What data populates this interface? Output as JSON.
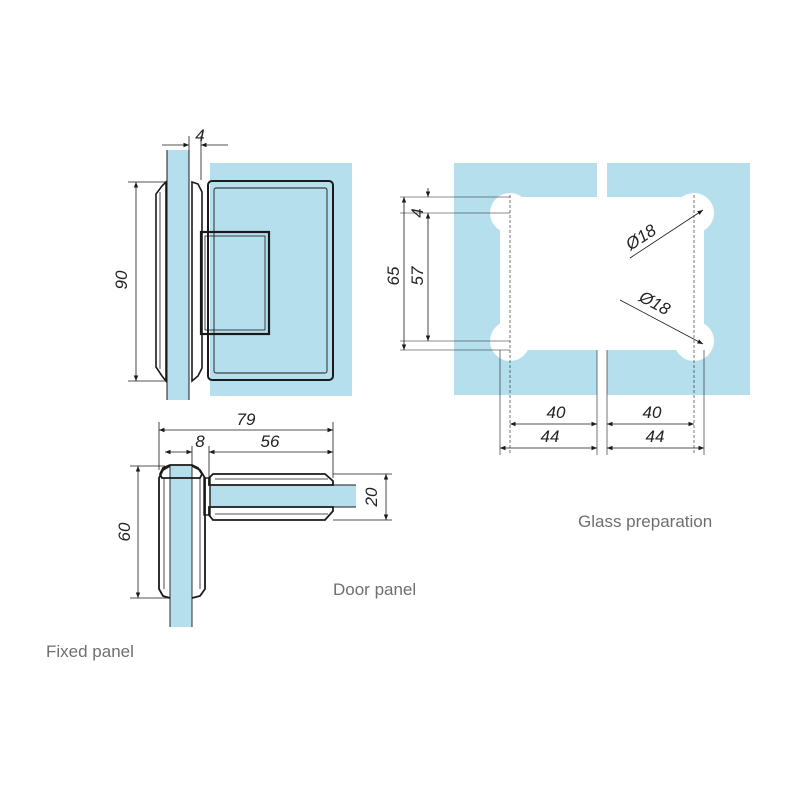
{
  "colors": {
    "glass": "#b6dfee",
    "line": "#1a1a1a",
    "caption": "#6f6f6f",
    "background": "#ffffff"
  },
  "front_view": {
    "thickness_label": "4",
    "height_label": "90"
  },
  "top_view": {
    "total_width_label": "79",
    "fixed_part_label": "8",
    "door_part_label": "56",
    "depth_label": "60",
    "glass_label": "20"
  },
  "glass_prep": {
    "edge_offset_label": "4",
    "outer_spacing_label": "65",
    "hole_spacing_label": "57",
    "hole_diameter_label_top": "Ø18",
    "hole_diameter_label_bottom": "Ø18",
    "left_inner_label": "40",
    "right_inner_label": "40",
    "left_outer_label": "44",
    "right_outer_label": "44"
  },
  "captions": {
    "glass_preparation": "Glass preparation",
    "door_panel": "Door panel",
    "fixed_panel": "Fixed panel"
  }
}
